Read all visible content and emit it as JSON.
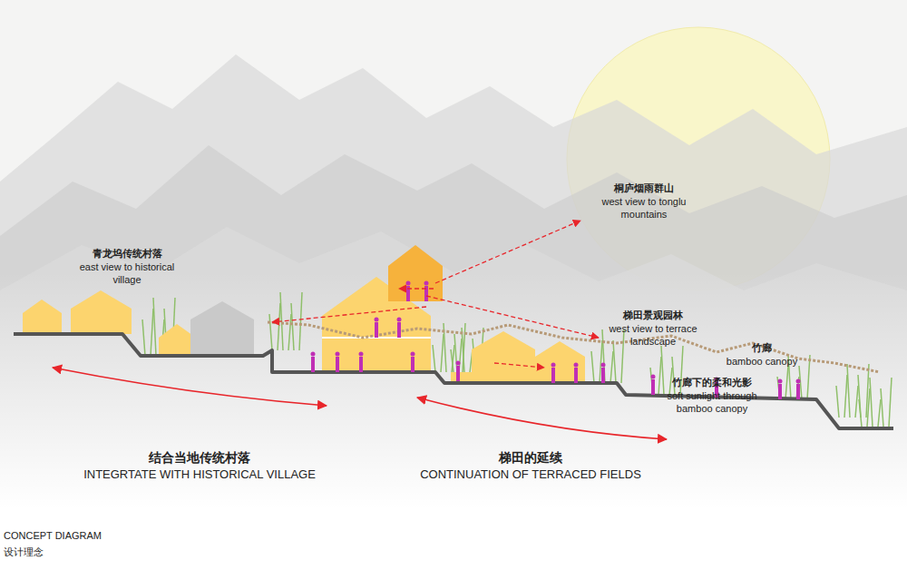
{
  "diagram": {
    "caption": "CONCEPT DIAGRAM 设计理念",
    "labels": [
      "桐庐烟雨群山",
      "west view to tonglu mountains",
      "青龙坞传统村落",
      "east view to historical village",
      "梯田景观园林",
      "west view to terrace landscape",
      "竹廊",
      "bamboo canopy",
      "竹廊下的柔和光影",
      "soft sunlight through bamboo canopy",
      "结合当地传统村落",
      "INTEGRTATE WITH HISTORICAL VILLAGE",
      "梯田的延续",
      "CONTINUATION OF TERRACED FIELDS"
    ]
  }
}
